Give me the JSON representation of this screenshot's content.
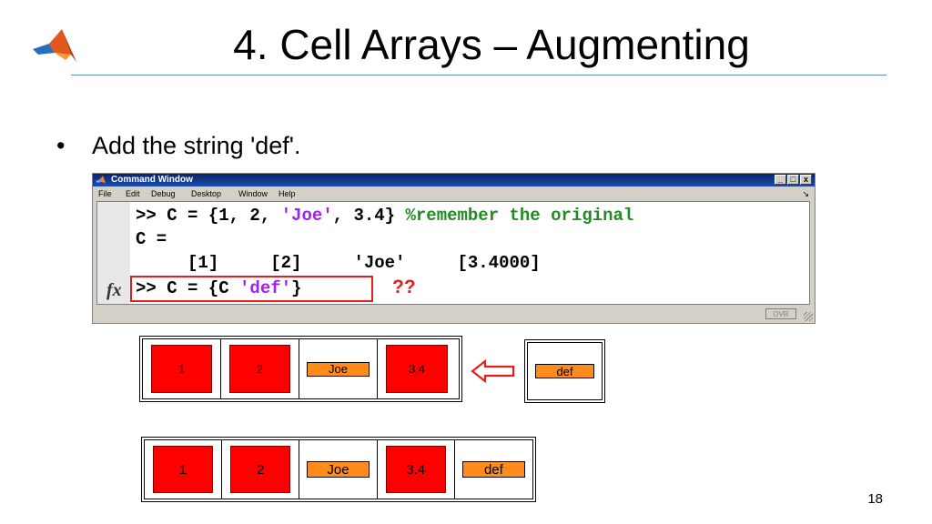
{
  "slide": {
    "title": "4. Cell Arrays – Augmenting",
    "bullet_marker": "•",
    "bullet_text": "Add the string 'def'.",
    "page_number": "18",
    "logo_icon": "matlab-logo-icon",
    "accent_color": "#5b8fd1"
  },
  "command_window": {
    "title": "Command Window",
    "menu": [
      "File",
      "Edit",
      "Debug",
      "Desktop",
      "Window",
      "Help"
    ],
    "window_buttons": [
      "_",
      "□",
      "x"
    ],
    "line1": {
      "prompt": ">> C = {1, 2, ",
      "str": "'Joe'",
      "rest": ", 3.4} ",
      "comment": "%remember the original"
    },
    "line2": "C =",
    "line3": "     [1]     [2]     'Joe'     [3.4000]",
    "line4": {
      "prompt": ">> C = {C ",
      "str": "'def'",
      "rest": "}"
    },
    "fx_label": "fx",
    "annotation": "??",
    "status_ovr": "OVR",
    "highlight_color": "#e0201a"
  },
  "cells_before": [
    {
      "type": "numeric",
      "label": "1"
    },
    {
      "type": "numeric",
      "label": "2"
    },
    {
      "type": "string",
      "label": "Joe"
    },
    {
      "type": "numeric",
      "label": "3.4"
    }
  ],
  "cell_new": {
    "type": "string",
    "label": "def"
  },
  "cells_after": [
    {
      "type": "numeric",
      "label": "1"
    },
    {
      "type": "numeric",
      "label": "2"
    },
    {
      "type": "string",
      "label": "Joe"
    },
    {
      "type": "numeric",
      "label": "3.4"
    },
    {
      "type": "string",
      "label": "def"
    }
  ],
  "colors": {
    "numeric_cell": "#ff0000",
    "string_cell": "#ff8c1a",
    "arrow": "#e0201a"
  }
}
